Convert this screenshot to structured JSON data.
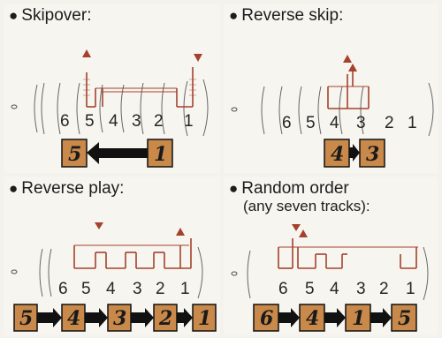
{
  "panels": [
    {
      "title": "Skipover:",
      "subtitle": "",
      "track_numbers": [
        "6",
        "5",
        "4",
        "3",
        "2",
        "1"
      ],
      "sequence": [
        "5",
        "1"
      ],
      "arrow_direction": "left"
    },
    {
      "title": "Reverse skip:",
      "subtitle": "",
      "track_numbers": [
        "6",
        "5",
        "4",
        "3",
        "2",
        "1"
      ],
      "sequence": [
        "4",
        "3"
      ],
      "arrow_direction": "right"
    },
    {
      "title": "Reverse play:",
      "subtitle": "",
      "track_numbers": [
        "6",
        "5",
        "4",
        "3",
        "2",
        "1"
      ],
      "sequence": [
        "5",
        "4",
        "3",
        "2",
        "1"
      ],
      "arrow_direction": "right"
    },
    {
      "title": "Random order",
      "subtitle": "(any seven tracks):",
      "track_numbers": [
        "6",
        "5",
        "4",
        "3",
        "2",
        "1"
      ],
      "sequence": [
        "6",
        "4",
        "1",
        "5"
      ],
      "arrow_direction": "right"
    }
  ],
  "colors": {
    "box_fill": "#c8894a",
    "track_red": "#a5412c",
    "arrow": "#111111",
    "background": "#f6f5ef"
  },
  "icons": {
    "bullet": "●",
    "disc_hole": "disc-center-hole-icon",
    "track_arc": "track-groove-icon"
  }
}
